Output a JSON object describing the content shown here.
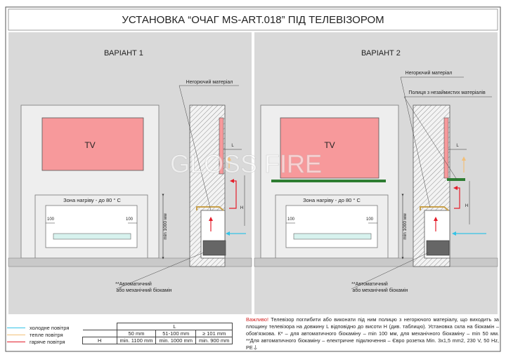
{
  "title": "УСТАНОВКА “ОЧАГ MS-ART.018” ПІД ТЕЛЕВІЗОРОМ",
  "brand_watermark": "GLOSS FIRE",
  "variant1": {
    "heading": "ВАРІАНТ 1",
    "tv": "TV",
    "zone": "Зона нагріву - до 80 ° С",
    "dim_left": "100",
    "dim_right": "100",
    "height_dim": "min 1000 мм",
    "label_material": "Негорючий матеріал",
    "dim_L": "L",
    "dim_H": "H",
    "callout": [
      "**Автоматичний",
      "або механічний біокамін"
    ]
  },
  "variant2": {
    "heading": "ВАРІАНТ 2",
    "tv": "TV",
    "zone": "Зона нагріву - до 80 ° С",
    "dim_left": "100",
    "dim_right": "100",
    "height_dim": "min 1000 мм",
    "label_material": "Негорючий матеріал",
    "label_shelf": "Полиця з незаймистих матеріалів",
    "dim_L": "L",
    "dim_H": "H",
    "callout": [
      "**Автоматичний",
      "або механічний біокамін"
    ]
  },
  "legend": [
    {
      "label": "холодне повітря",
      "color": "#34c3e6"
    },
    {
      "label": "тепле повітря",
      "color": "#f2c079"
    },
    {
      "label": "гаряче повітря",
      "color": "#e41e2b"
    }
  ],
  "table": {
    "col_header": "L",
    "row_header": "H",
    "cols": [
      "50 mm",
      "51-100 mm",
      "≥ 101 mm"
    ],
    "values": [
      "min. 1100 mm",
      "min. 1000 mm",
      "min. 900 mm"
    ]
  },
  "note": {
    "warn": "Важливо!",
    "text": " Телевізор поглибити або виконати під ним полицю з негорючого матеріалу, що виходить за площину телевізора на довжину L відповідно до висоти H (див. таблицю). Установка скла на біокамін – обов'язкова. К* – для автоматичного біокаміну – min 100 мм, для механічного біокаміну – min 50 мм.  **Для автоматичного біокаміну – електричне підключення – Євро розетка Min. 3х1,5 mm2, 230 V, 50 Hz, РЕ",
    "symbol": "⏚"
  },
  "colors": {
    "panel_bg": "#d9d9d9",
    "wall": "#eeeeee",
    "tv_fill": "#f7999b",
    "shelf": "#2e7d32",
    "hot": "#e41e2b",
    "cold": "#34c3e6",
    "warm": "#f2c079",
    "wood": "#c8a04a"
  }
}
